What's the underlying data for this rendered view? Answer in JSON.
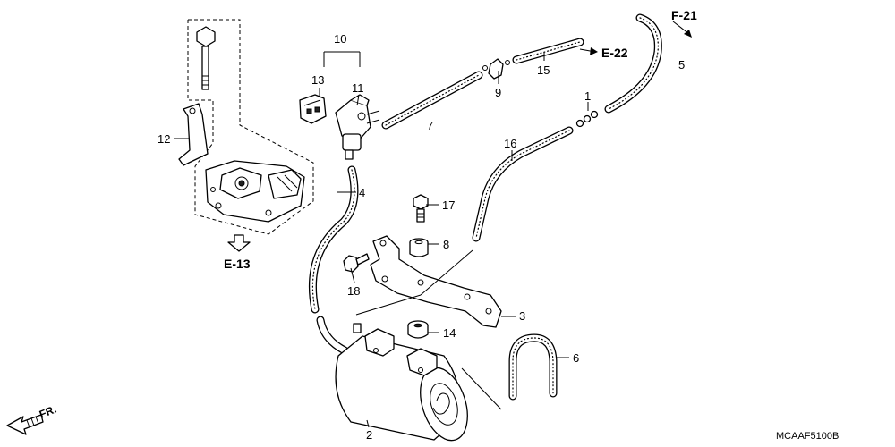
{
  "diagram_code": "MCAAF5100B",
  "references": {
    "f21": "F-21",
    "e22": "E-22",
    "e13": "E-13",
    "front": "FR."
  },
  "callouts": {
    "c1": "1",
    "c2": "2",
    "c3": "3",
    "c4": "4",
    "c5": "5",
    "c6": "6",
    "c7": "7",
    "c8": "8",
    "c9": "9",
    "c10": "10",
    "c11": "11",
    "c12": "12",
    "c13": "13",
    "c14": "14",
    "c15": "15",
    "c16": "16",
    "c17": "17",
    "c18": "18"
  }
}
